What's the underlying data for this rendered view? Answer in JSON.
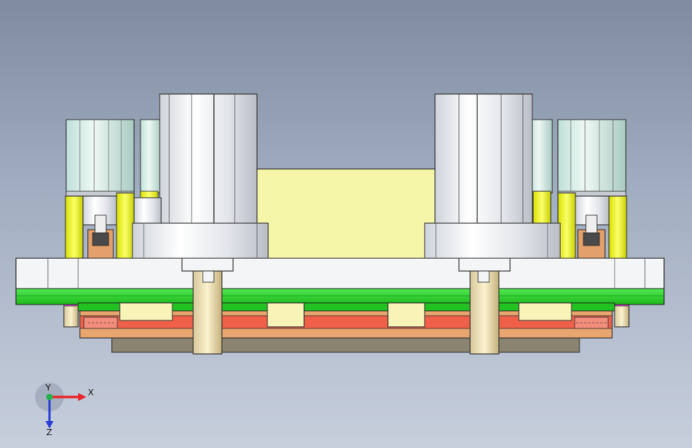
{
  "viewport": {
    "background_top": "#7f8ba0",
    "background_bottom": "#c7cfdc"
  },
  "colors": {
    "plate_white": "#f4f5f7",
    "green_plate": "#2bd12b",
    "red_plate": "#f06048",
    "orange_block": "#e3a06a",
    "yellow_block": "#f6f6a8",
    "cylinder_silver": "#e6e9ee",
    "dark_base": "#8a8470",
    "magenta_spacer": "#e040e0",
    "x_axis": "#e8232a",
    "y_axis": "#22b14c",
    "z_axis": "#2b3fd8"
  },
  "triad": {
    "x_label": "X",
    "y_label": "Y",
    "z_label": "Z",
    "x_icon": "arrow-right-icon",
    "z_icon": "arrow-down-icon"
  }
}
